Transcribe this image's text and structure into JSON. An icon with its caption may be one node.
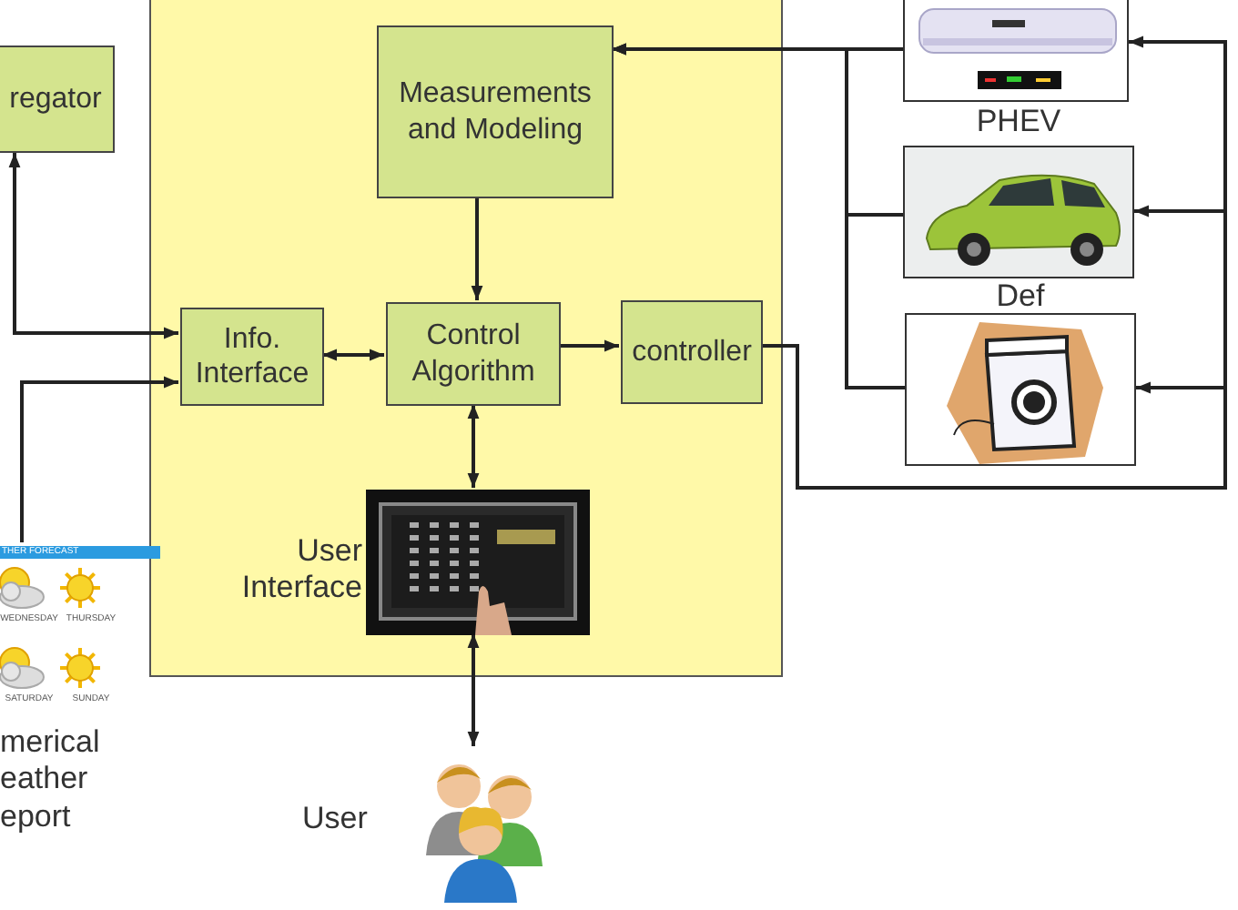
{
  "diagram": {
    "nodes": [
      {
        "text": [],
        "shape": "box"
      },
      {
        "text": [
          "Measurements and Modeling"
        ],
        "in": 0
      },
      {
        "text": [
          "Info. Interface"
        ],
        "in": 0
      },
      {
        "text": [
          "Control Algorithm"
        ],
        "in": 0
      },
      {
        "text": [
          "controller"
        ],
        "in": 0
      },
      {
        "text": [],
        "shape": "picture",
        "beside": [
          "User Interface"
        ],
        "in": 0
      },
      {
        "text": [
          "regator"
        ]
      },
      {
        "text": [],
        "shape": "picture",
        "beside": [
          "merical eather eport"
        ]
      },
      {
        "text": [],
        "shape": "picture"
      },
      {
        "text": [],
        "shape": "picture",
        "beside": [
          "PHEV"
        ]
      },
      {
        "text": [],
        "shape": "picture",
        "beside": [
          "Def"
        ]
      },
      {
        "text": [],
        "shape": "person",
        "beside": [
          "User"
        ]
      }
    ],
    "edges": [
      {
        "from": 1,
        "to": 3,
        "arrow": "to"
      },
      {
        "from": 2,
        "to": 3,
        "arrow": "both"
      },
      {
        "from": 3,
        "to": 4,
        "arrow": "to"
      },
      {
        "from": 3,
        "to": 5,
        "arrow": "both"
      },
      {
        "from": 5,
        "to": 11,
        "arrow": "both"
      },
      {
        "from": 6,
        "to": 2,
        "arrow": "both"
      },
      {
        "from": 7,
        "to": 2,
        "arrow": "to"
      },
      {
        "from": 8,
        "to": 1,
        "arrow": "to"
      },
      {
        "from": 9,
        "to": 1,
        "arrow": "to"
      },
      {
        "from": 10,
        "to": 1,
        "arrow": "to"
      },
      {
        "from": 4,
        "to": 8,
        "arrow": "to"
      },
      {
        "from": 4,
        "to": 9,
        "arrow": "to"
      },
      {
        "from": 4,
        "to": 10,
        "arrow": "to"
      }
    ],
    "labels": [
      "THER FORECAST",
      "WEDNESDAY",
      "THURSDAY",
      "SATURDAY",
      "SUNDAY"
    ]
  }
}
